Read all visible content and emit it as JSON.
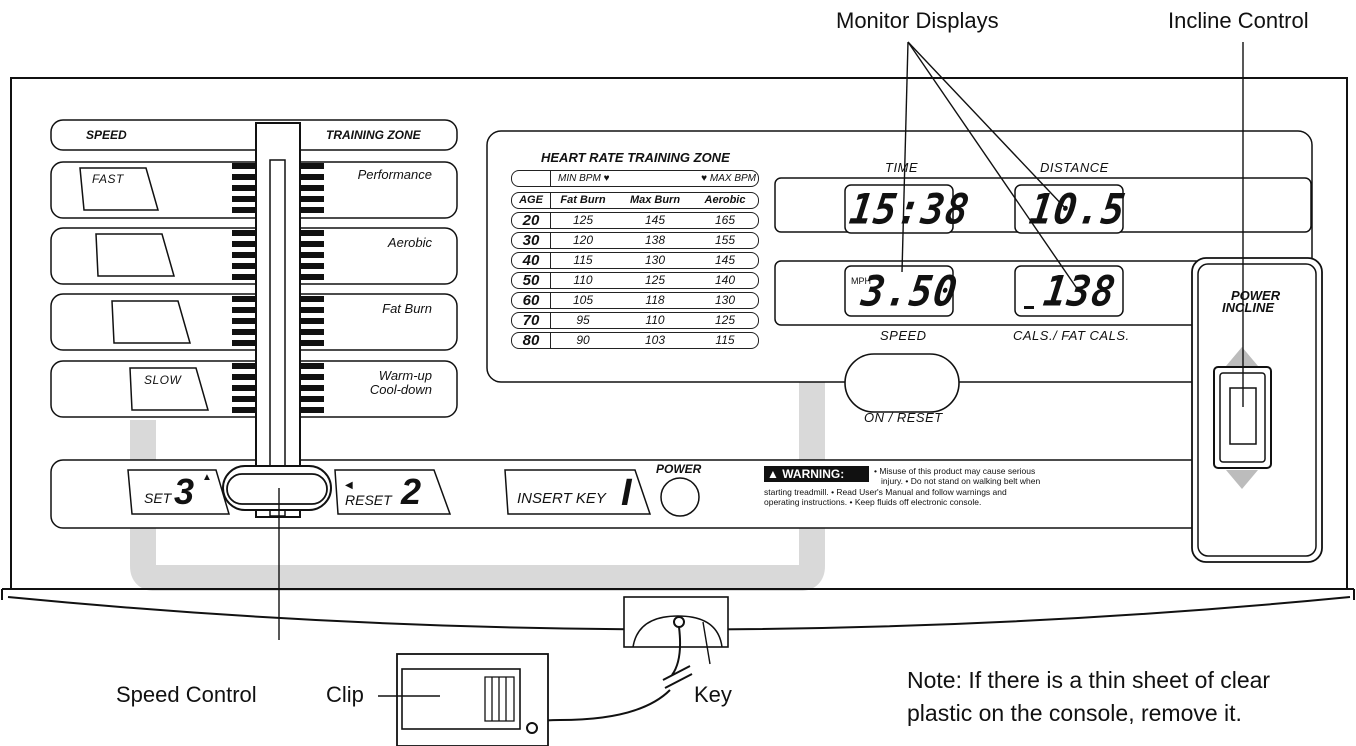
{
  "callouts": {
    "monitor_displays": "Monitor Displays",
    "incline_control": "Incline Control",
    "speed_control": "Speed Control",
    "clip": "Clip",
    "key": "Key"
  },
  "note": {
    "line1": "Note: If there is a thin sheet of clear",
    "line2": "plastic on the console, remove it."
  },
  "console": {
    "speed_header": "SPEED",
    "training_zone_header": "TRAINING ZONE",
    "speed_buttons": [
      "FAST",
      "",
      "",
      "SLOW"
    ],
    "zones": [
      "Performance",
      "Aerobic",
      "Fat Burn",
      "Warm-up",
      "Cool-down"
    ],
    "set_label": "SET",
    "set_number": "3",
    "reset_label": "RESET",
    "reset_number": "2",
    "insert_key_label": "INSERT KEY",
    "insert_key_number": "I",
    "power_label": "POWER",
    "warning_label": "WARNING:",
    "warning_line1": "• Misuse of this product may cause serious",
    "warning_line2": "injury.  • Do not stand on walking belt when",
    "warning_line3": "starting treadmill.  • Read User's Manual and follow warnings and",
    "warning_line4": "operating instructions.  • Keep fluids off electronic console."
  },
  "hr_table": {
    "title": "HEART RATE TRAINING ZONE",
    "min_bpm": "MIN BPM",
    "max_bpm": "MAX BPM",
    "headers": [
      "AGE",
      "Fat Burn",
      "Max Burn",
      "Aerobic"
    ],
    "rows": [
      [
        "20",
        "125",
        "145",
        "165"
      ],
      [
        "30",
        "120",
        "138",
        "155"
      ],
      [
        "40",
        "115",
        "130",
        "145"
      ],
      [
        "50",
        "110",
        "125",
        "140"
      ],
      [
        "60",
        "105",
        "118",
        "130"
      ],
      [
        "70",
        "95",
        "110",
        "125"
      ],
      [
        "80",
        "90",
        "103",
        "115"
      ]
    ]
  },
  "monitor": {
    "time_label": "TIME",
    "time_value": "15:38",
    "distance_label": "DISTANCE",
    "distance_value": "10.5",
    "mph_label": "MPH",
    "speed_value": "3.50",
    "calories_value": "138",
    "speed_label": "SPEED",
    "calories_label": "CALS./ FAT CALS.",
    "on_reset_label": "ON / RESET"
  },
  "incline": {
    "label_line1": "POWER",
    "label_line2": "INCLINE"
  },
  "colors": {
    "ink": "#111111",
    "track_gray": "#d9d9d9",
    "arrow_gray": "#bcbcbc"
  }
}
